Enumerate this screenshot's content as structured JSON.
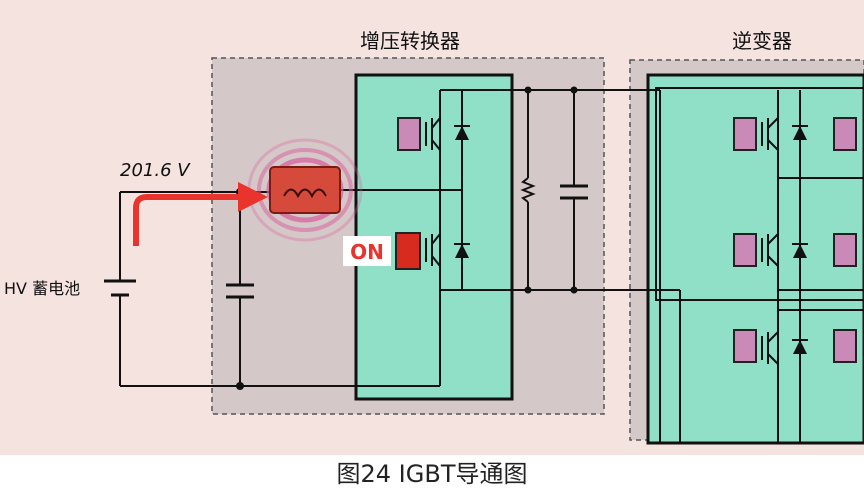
{
  "labels": {
    "boost_converter": "增压转换器",
    "inverter": "逆变器",
    "voltage": "201.6 V",
    "battery": "HV 蓄电池",
    "on": "ON",
    "caption": "图24 IGBT导通图"
  },
  "colors": {
    "background": "#f5e3e0",
    "figure_bg": "#ffffff",
    "module_fill": "#8fe0c6",
    "dashed_region": "#d4c8c8",
    "igbt_pad": "#c98ab8",
    "igbt_on": "#d62b1e",
    "current_arrow": "#e8342c",
    "inductor": "#d64a3c",
    "wire": "#111111"
  }
}
